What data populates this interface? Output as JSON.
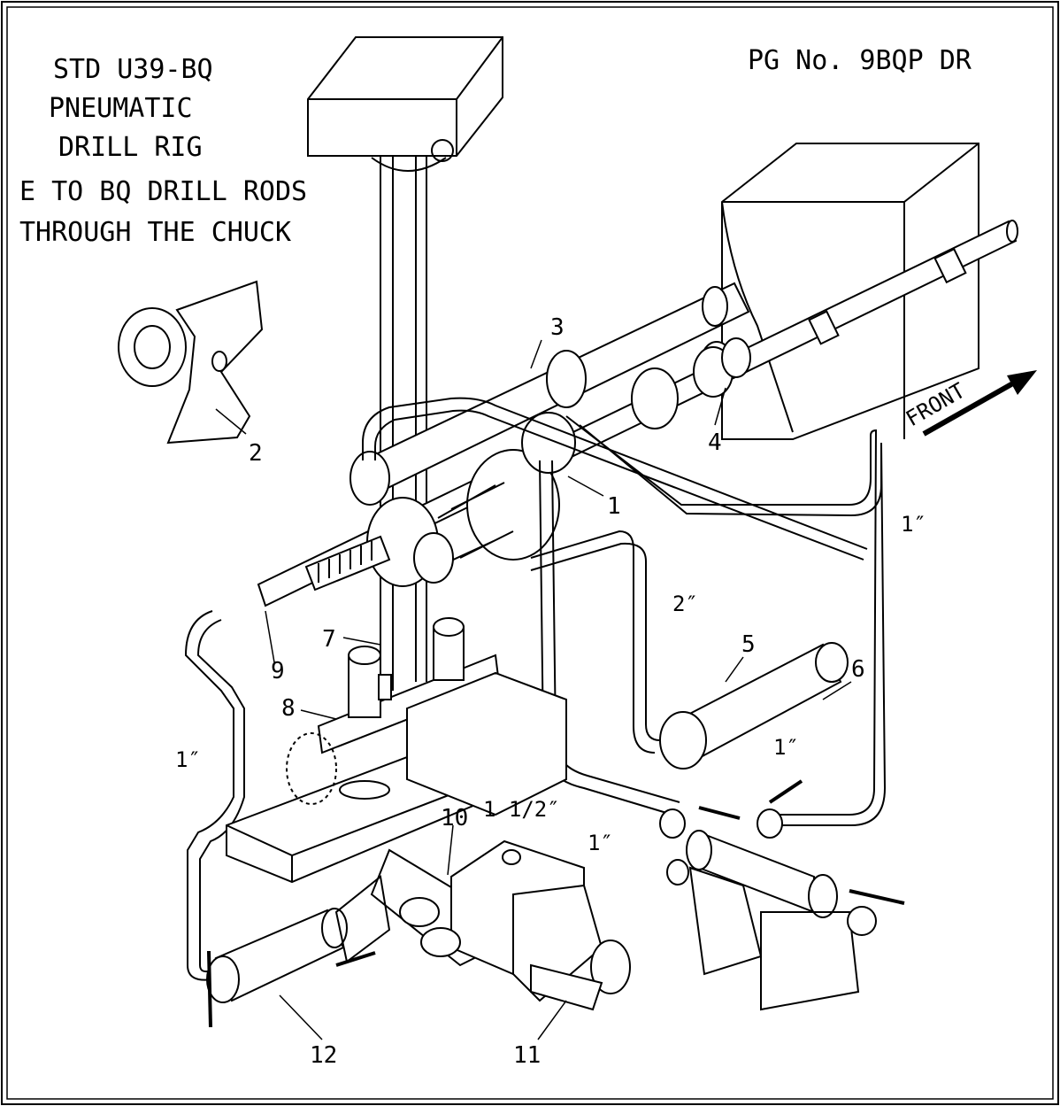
{
  "header": {
    "title_lines": [
      "STD U39-BQ",
      "PNEUMATIC",
      "DRILL RIG"
    ],
    "note_lines": [
      "E TO BQ DRILL RODS",
      "THROUGH THE CHUCK"
    ],
    "page_no": "PG No. 9BQP DR"
  },
  "direction_label": "FRONT",
  "callouts": [
    "1",
    "2",
    "3",
    "4",
    "5",
    "6",
    "7",
    "8",
    "9",
    "10",
    "11",
    "12"
  ],
  "pipe_sizes": {
    "one_inch": "1″",
    "two_inch": "2″",
    "one_half_inch": "1 1/2″"
  }
}
